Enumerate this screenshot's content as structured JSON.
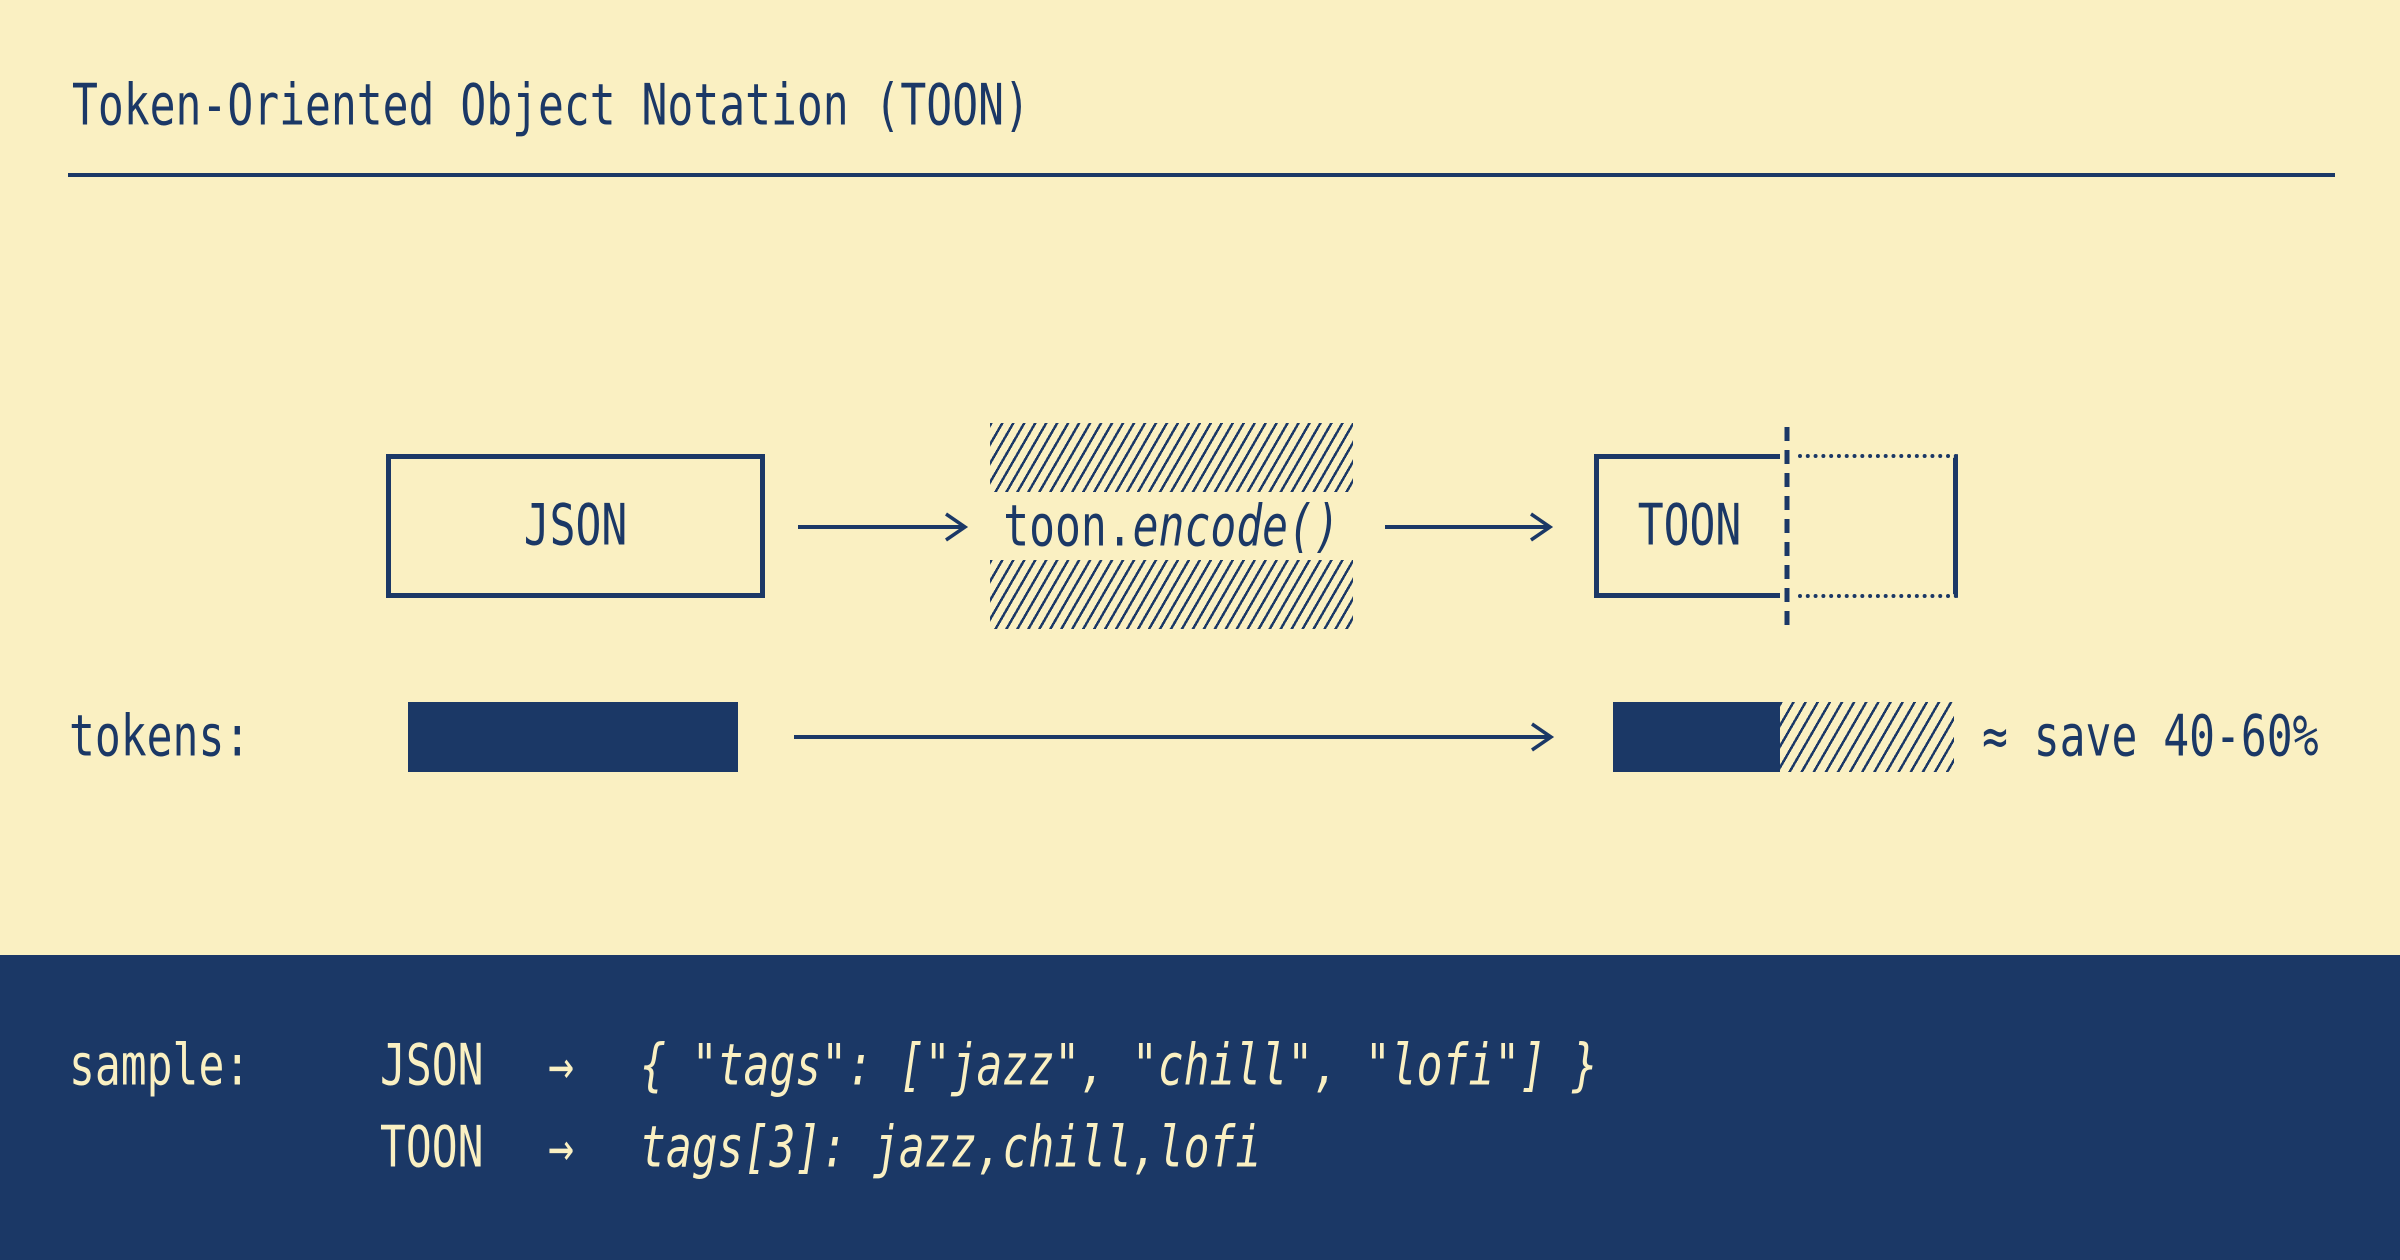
{
  "palette": {
    "cream": "#FAF0C2",
    "navy": "#1B3866"
  },
  "header": {
    "title": "Token-Oriented Object Notation (TOON)"
  },
  "pipeline": {
    "input_label": "JSON",
    "encoder_label_regular": "toon.",
    "encoder_label_italic": "encode()",
    "output_label": "TOON"
  },
  "tokens_row": {
    "label": "tokens:",
    "savings_note": "≈ save 40-60%"
  },
  "sample": {
    "label": "sample:",
    "rows": [
      {
        "format": "JSON",
        "arrow": "→",
        "code": "{ \"tags\": [\"jazz\", \"chill\", \"lofi\"] }"
      },
      {
        "format": "TOON",
        "arrow": "→",
        "code": "tags[3]: jazz,chill,lofi"
      }
    ]
  }
}
